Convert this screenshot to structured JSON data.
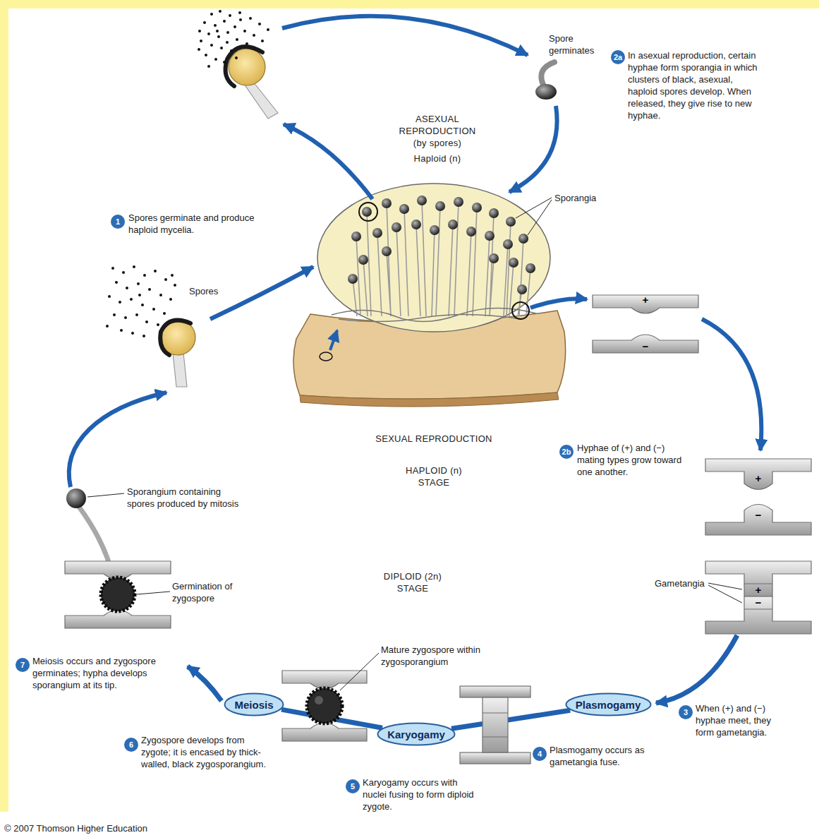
{
  "diagram": {
    "nodes": [
      {
        "text": [
          "ASEXUAL REPRODUCTION (by spores)",
          "Haploid (n)"
        ]
      },
      {
        "text": [
          "SEXUAL REPRODUCTION",
          "HAPLOID (n) STAGE"
        ]
      },
      {
        "text": [
          "DIPLOID (2n) STAGE"
        ],
        "in": 1
      },
      {
        "text": [
          "Meiosis"
        ],
        "in": 1
      },
      {
        "text": [
          "Karyogamy"
        ],
        "in": 2
      },
      {
        "text": [
          "Plasmogamy"
        ],
        "in": 1
      }
    ],
    "edges": [
      {
        "from": 5,
        "to": 4,
        "arrow": "none"
      },
      {
        "from": 4,
        "to": 3,
        "arrow": "none"
      }
    ],
    "labels": [
      "Spore germinates",
      "2a",
      "In asexual reproduction, certain hyphae form sporangia in which clusters of black, asexual, haploid spores develop. When released, they give rise to new hyphae.",
      "1",
      "Spores germinate and produce haploid mycelia.",
      "Sporangia",
      "Spores",
      "+",
      "−",
      "2b",
      "Hyphae of (+) and (−) mating types grow toward one another.",
      "+",
      "−",
      "Sporangium containing spores produced by mitosis",
      "Gametangia",
      "+",
      "−",
      "Germination of zygospore",
      "Mature zygospore within zygosporangium",
      "7",
      "Meiosis occurs and zygospore germinates; hypha develops sporangium at its tip.",
      "3",
      "When (+) and (−) hyphae meet, they form gametangia.",
      "4",
      "Plasmogamy occurs as gametangia fuse.",
      "6",
      "Zygospore develops from zygote; it is encased by thick-walled, black zygosporangium.",
      "5",
      "Karyogamy occurs with nuclei fusing to form diploid zygote.",
      "© 2007 Thomson Higher Education"
    ]
  }
}
